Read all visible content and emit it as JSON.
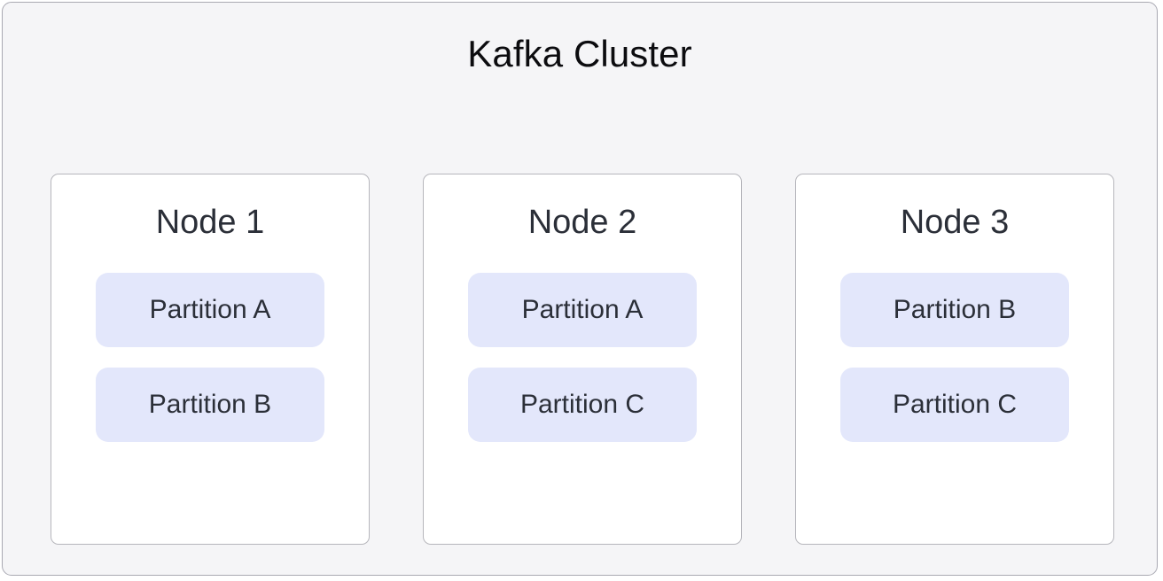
{
  "diagram": {
    "title": "Kafka Cluster",
    "colors": {
      "container_background": "#f5f5f7",
      "container_border": "#a9a9b2",
      "node_background": "#ffffff",
      "node_border": "#b6b6bc",
      "partition_background": "#e3e7fb",
      "text": "#2b2f38",
      "title_text": "#0c0c0f"
    },
    "nodes": [
      {
        "label": "Node 1",
        "partitions": [
          {
            "label": "Partition A"
          },
          {
            "label": "Partition B"
          }
        ]
      },
      {
        "label": "Node 2",
        "partitions": [
          {
            "label": "Partition A"
          },
          {
            "label": "Partition C"
          }
        ]
      },
      {
        "label": "Node 3",
        "partitions": [
          {
            "label": "Partition B"
          },
          {
            "label": "Partition C"
          }
        ]
      }
    ]
  }
}
